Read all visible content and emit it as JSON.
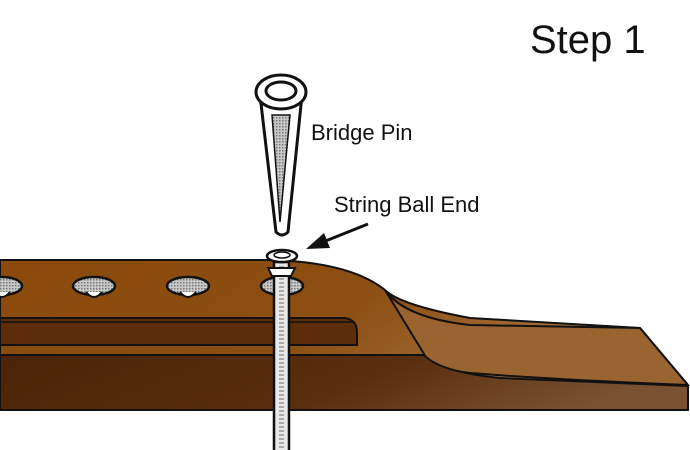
{
  "title": "Step 1",
  "labels": {
    "bridge_pin": "Bridge Pin",
    "string_ball_end": "String Ball End"
  },
  "colors": {
    "wood_top": "#8a4a0c",
    "wood_side": "#4e2606",
    "wood_slot": "#5c2d08",
    "wood_light": "#a06a36",
    "outline": "#111111",
    "pin_fill": "#ffffff",
    "pin_shade": "#9a9a9a"
  }
}
